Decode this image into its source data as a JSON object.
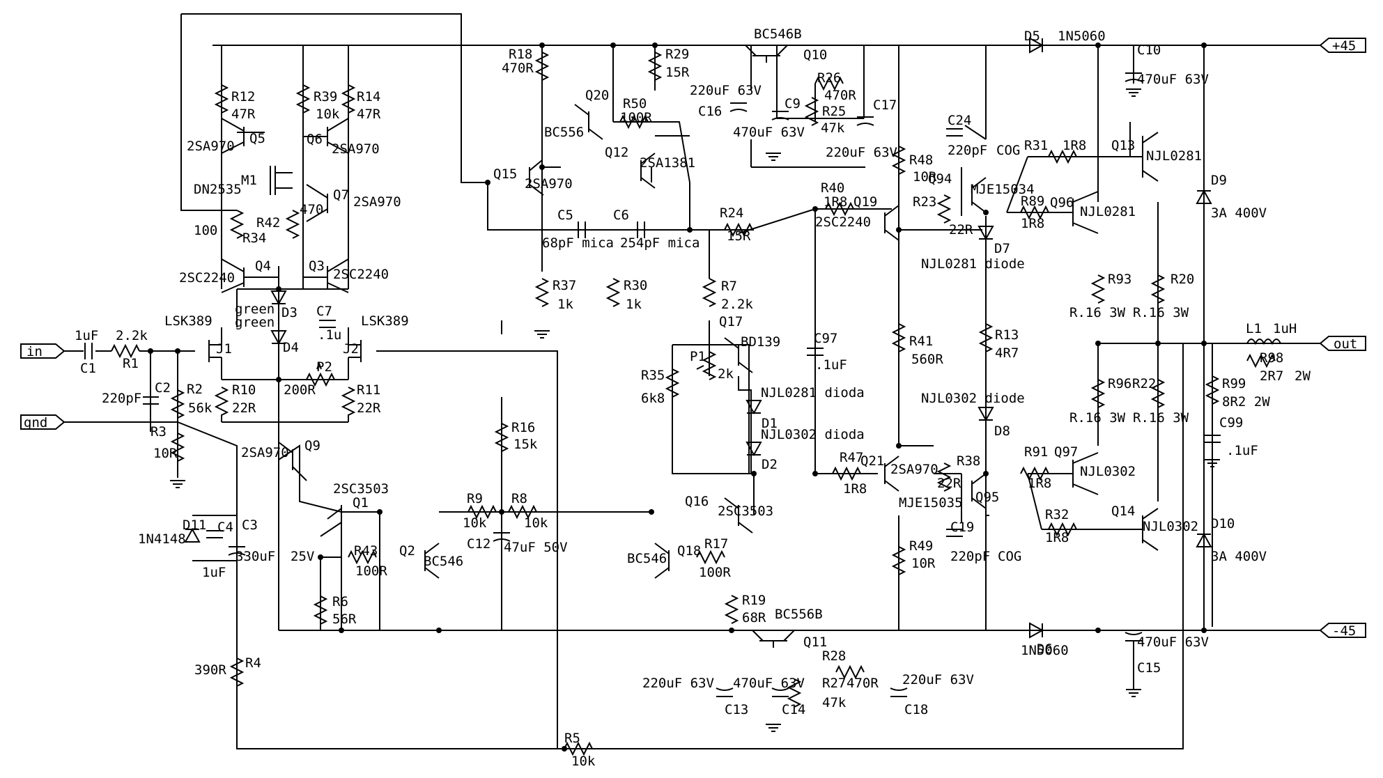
{
  "ports": {
    "in": "in",
    "gnd": "gnd",
    "out": "out",
    "vpos": "+45",
    "vneg": "-45"
  },
  "labels": {
    "c1_val": "1uF",
    "c1": "C1",
    "r1_val": "2.2k",
    "r1": "R1",
    "c2_val": "220pF",
    "c2": "C2",
    "r2": "R2",
    "r2_val": "56k",
    "r3": "R3",
    "r3_val": "10R",
    "r12": "R12",
    "r12_val": "47R",
    "r39": "R39",
    "r39_val": "10k",
    "r14": "R14",
    "r14_val": "47R",
    "q5_type": "2SA970",
    "q5": "Q5",
    "q6": "Q6",
    "q6_type": "2SA970",
    "m1": "M1",
    "m1_type": "DN2535",
    "q7": "Q7",
    "q7_type": "2SA970",
    "r42": "R42",
    "r34": "R34",
    "v100": "100",
    "v470": "470",
    "q4_type": "2SC2240",
    "q4": "Q4",
    "q3": "Q3",
    "q3_type": "2SC2240",
    "green1": "green",
    "green2": "green",
    "d3": "D3",
    "c7": "C7",
    "c7_val": ".1u",
    "d4": "D4",
    "lsk_left": "LSK389",
    "j1": "J1",
    "lsk_right": "LSK389",
    "j2": "J2",
    "p2": "P2",
    "p2_val": "200R",
    "r10": "R10",
    "r10_val": "22R",
    "r11": "R11",
    "r11_val": "22R",
    "q9_type": "2SA970",
    "q9": "Q9",
    "q1_type": "2SC3503",
    "q1": "Q1",
    "d11": "D11",
    "d11_type": "1N4148",
    "c4": "C4",
    "c4_val": "1uF",
    "c3": "C3",
    "c3_val": "330uF",
    "v25": "25V",
    "r43": "R43",
    "r43_val": "100R",
    "q2": "Q2",
    "q2_type": "BC546",
    "r6": "R6",
    "r6_val": "56R",
    "r4_val": "390R",
    "r4": "R4",
    "r9": "R9",
    "r9_val": "10k",
    "r8": "R8",
    "r8_val": "10k",
    "c12": "C12",
    "c12_val": "47uF 50V",
    "r16": "R16",
    "r16_val": "15k",
    "r5": "R5",
    "r5_val": "10k",
    "r18": "R18",
    "r18_val": "470R",
    "r29": "R29",
    "r29_val": "15R",
    "q20": "Q20",
    "bc556": "BC556",
    "r50": "R50",
    "r50_val": "100R",
    "q12": "Q12",
    "q12_type": "2SA1381",
    "q15": "Q15",
    "q15_type": "2SA970",
    "c5": "C5",
    "c5_val": "68pF mica",
    "c6": "C6",
    "c6_val": "254pF mica",
    "r37": "R37",
    "r37_val": "1k",
    "r30": "R30",
    "r30_val": "1k",
    "q10_type": "BC546B",
    "q10": "Q10",
    "c16_val": "220uF 63V",
    "c16": "C16",
    "c9": "C9",
    "c9_val": "470uF 63V",
    "r26": "R26",
    "r26_val": "470R",
    "r25": "R25",
    "r25_val": "47k",
    "c17": "C17",
    "c17_val": "220uF 63V",
    "r24": "R24",
    "r24_val": "15R",
    "r7": "R7",
    "r7_val": "2.2k",
    "q17": "Q17",
    "q17_type": "BD139",
    "p1": "P1",
    "p1_val": "2k",
    "r35": "R35",
    "r35_val": "6k8",
    "d1_lbl": "NJL0281 dioda",
    "d1": "D1",
    "d2_lbl": "NJL0302 dioda",
    "d2": "D2",
    "c97": "C97",
    "c97_val": ".1uF",
    "q16": "Q16",
    "q16_type": "2SC3503",
    "q18": "Q18",
    "q18_type": "BC546",
    "r17": "R17",
    "r17_val": "100R",
    "r19": "R19",
    "r19_val": "68R",
    "q11_type": "BC556B",
    "q11": "Q11",
    "r28": "R28",
    "r27": "R27",
    "r27_val": "470R",
    "r27b_val": "47k",
    "c13_val": "220uF 63V",
    "c13": "C13",
    "c14_val": "470uF 63V",
    "c14": "C14",
    "c18_val": "220uF 63V",
    "c18": "C18",
    "r40": "R40",
    "r40_val": "1R8",
    "q19": "Q19",
    "q19_type": "2SC2240",
    "r48": "R48",
    "r48_val": "10R",
    "c24": "C24",
    "c24_val": "220pF",
    "cog1": "COG",
    "q94": "Q94",
    "q94_type": "MJE15034",
    "r23": "R23",
    "r23_val": "22R",
    "d7": "D7",
    "d7_lbl": "NJL0281 diode",
    "r41": "R41",
    "r41_val": "560R",
    "r13": "R13",
    "r13_val": "4R7",
    "d8_lbl": "NJL0302 diode",
    "d8": "D8",
    "r47": "R47",
    "r47_val": "1R8",
    "q21": "Q21",
    "q21_type": "2SA970",
    "r38": "R38",
    "r38_val": "22R",
    "q95": "Q95",
    "q95_type": "MJE15035",
    "c19": "C19",
    "c19_val": "220pF",
    "cog2": "COG",
    "r49": "R49",
    "r49_val": "10R",
    "d5": "D5",
    "d5_type": "1N5060",
    "c10": "C10",
    "c10_val": "470uF 63V",
    "r31": "R31",
    "r31_val": "1R8",
    "q13": "Q13",
    "q13_type": "NJL0281",
    "r89": "R89",
    "r89_val": "1R8",
    "q96": "Q96",
    "q96_type": "NJL0281",
    "d9": "D9",
    "d9_val": "3A 400V",
    "r93": "R93",
    "r93_val": "R.16 3W",
    "r20": "R20",
    "r20_val": "R.16 3W",
    "l1": "L1",
    "l1_val": "1uH",
    "r98": "R98",
    "r98_val": "2R7",
    "r98_w": "2W",
    "r99": "R99",
    "r99_val": "8R2 2W",
    "c99": "C99",
    "c99_val": ".1uF",
    "r96": "R96",
    "r22": "R22",
    "r96_val": "R.16 3W",
    "r22_val": "R.16 3W",
    "r91": "R91",
    "r91_val": "1R8",
    "q97": "Q97",
    "q97_type": "NJL0302",
    "r32": "R32",
    "r32_val": "1R8",
    "q14": "Q14",
    "q14_type": "NJL0302",
    "d10": "D10",
    "d10_val": "3A 400V",
    "d6": "D6",
    "d6_type": "1N5060",
    "c15": "C15",
    "c15_val": "470uF 63V"
  }
}
